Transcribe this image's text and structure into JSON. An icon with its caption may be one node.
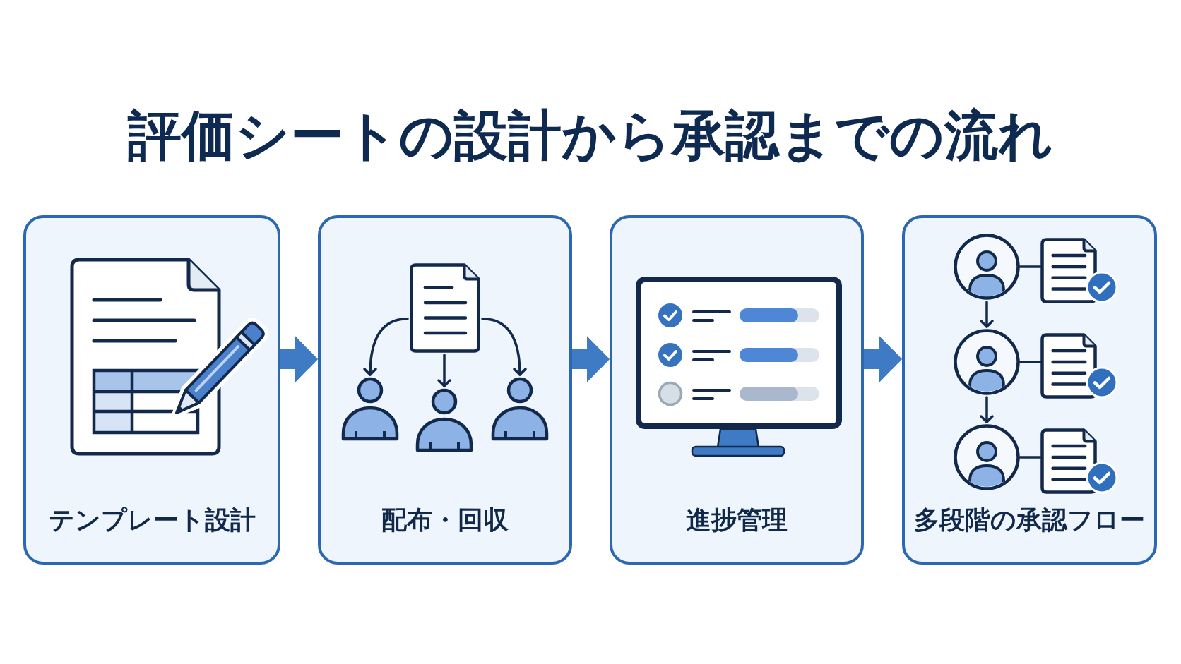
{
  "diagram": {
    "title": "評価シートの設計から承認までの流れ",
    "nodes": [
      {
        "text": [
          "テンプレート設計"
        ]
      },
      {
        "text": [
          "配布・回収"
        ]
      },
      {
        "text": [],
        "shape": "document",
        "in": 1
      },
      {
        "text": [],
        "shape": "person",
        "in": 1
      },
      {
        "text": [],
        "shape": "person",
        "in": 1
      },
      {
        "text": [],
        "shape": "person",
        "in": 1
      },
      {
        "text": [
          "進捗管理"
        ]
      },
      {
        "text": [
          "多段階の承認フロー"
        ]
      },
      {
        "text": [],
        "shape": "person",
        "in": 7
      },
      {
        "text": [],
        "shape": "document",
        "in": 7
      },
      {
        "text": [],
        "shape": "person",
        "in": 7
      },
      {
        "text": [],
        "shape": "document",
        "in": 7
      },
      {
        "text": [],
        "shape": "person",
        "in": 7
      },
      {
        "text": [],
        "shape": "document",
        "in": 7
      }
    ],
    "edges": [
      {
        "from": 0,
        "to": 1,
        "arrow": "to",
        "style": "thick",
        "color": "#3f7bc4"
      },
      {
        "from": 1,
        "to": 6,
        "arrow": "to",
        "style": "thick",
        "color": "#3f7bc4"
      },
      {
        "from": 6,
        "to": 7,
        "arrow": "to",
        "style": "thick",
        "color": "#3f7bc4"
      },
      {
        "from": 2,
        "to": 3,
        "arrow": "to"
      },
      {
        "from": 2,
        "to": 4,
        "arrow": "to"
      },
      {
        "from": 2,
        "to": 5,
        "arrow": "to"
      },
      {
        "from": 8,
        "to": 9,
        "arrow": "none"
      },
      {
        "from": 8,
        "to": 10,
        "arrow": "to"
      },
      {
        "from": 10,
        "to": 11,
        "arrow": "none"
      },
      {
        "from": 10,
        "to": 12,
        "arrow": "to"
      },
      {
        "from": 12,
        "to": 13,
        "arrow": "none"
      }
    ]
  }
}
